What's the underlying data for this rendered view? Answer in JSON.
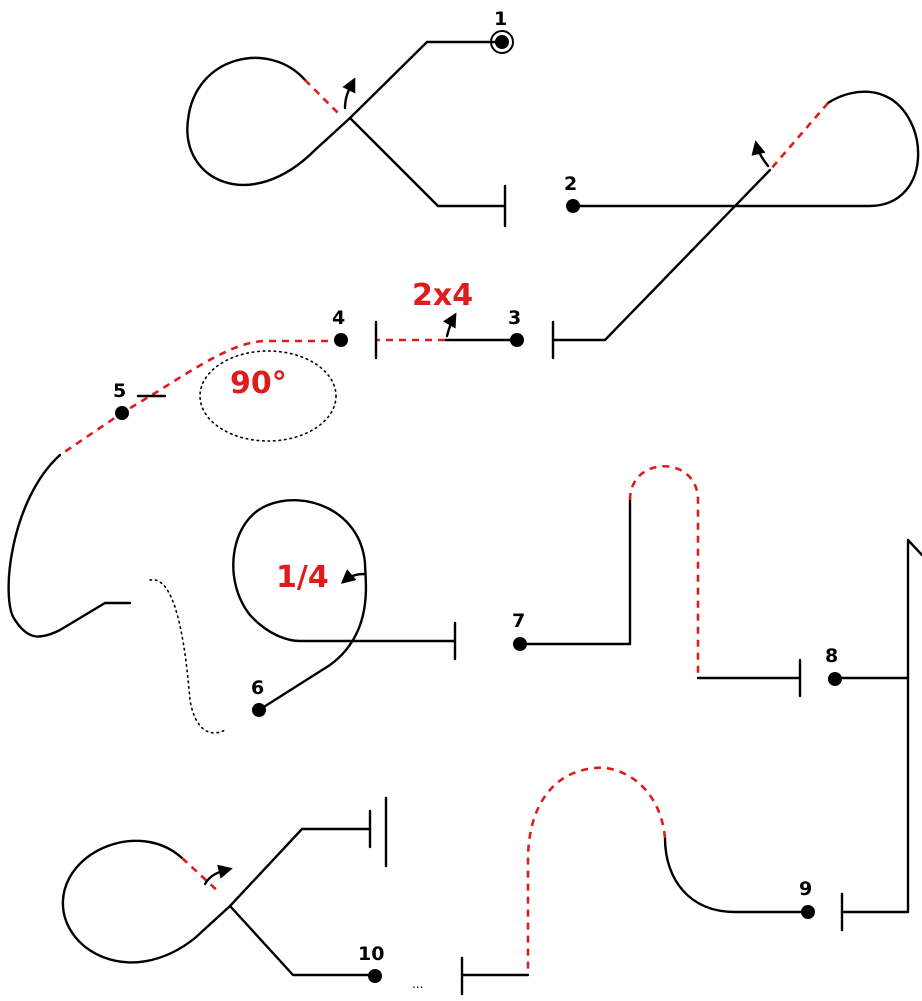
{
  "colors": {
    "line": "#000000",
    "highlight": "#e01b1b",
    "background": "#ffffff"
  },
  "stations": [
    "1",
    "2",
    "3",
    "4",
    "5",
    "6",
    "7",
    "8",
    "9",
    "10"
  ],
  "annotations": {
    "repeat_label": "2x4",
    "angle_label": "90°",
    "fraction_label": "1/4"
  },
  "continuation": "..."
}
